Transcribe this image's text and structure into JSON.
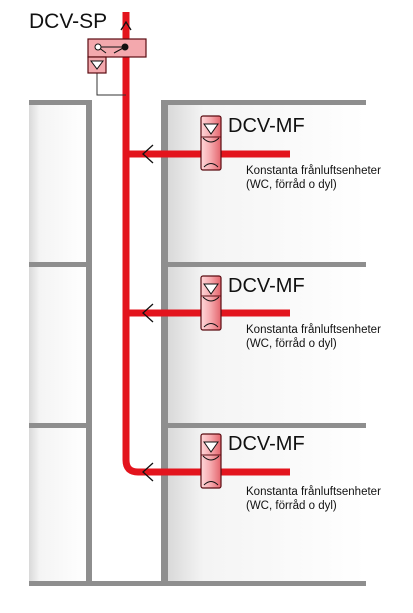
{
  "diagram": {
    "top_unit": {
      "label": "DCV-SP"
    },
    "floors": [
      {
        "unit_label": "DCV-MF",
        "note_line1": "Konstanta frånluftsenheter",
        "note_line2": "(WC, förråd o dyl)"
      },
      {
        "unit_label": "DCV-MF",
        "note_line1": "Konstanta frånluftsenheter",
        "note_line2": "(WC, förråd o dyl)"
      },
      {
        "unit_label": "DCV-MF",
        "note_line1": "Konstanta frånluftsenheter",
        "note_line2": "(WC, förråd o dyl)"
      }
    ],
    "colors": {
      "duct": "#e3141d",
      "wall": "#8e8e8e",
      "room_fill": "#f1f1f1",
      "unit_fill": "#f3a8ad",
      "unit_stroke": "#5a0c12"
    }
  }
}
